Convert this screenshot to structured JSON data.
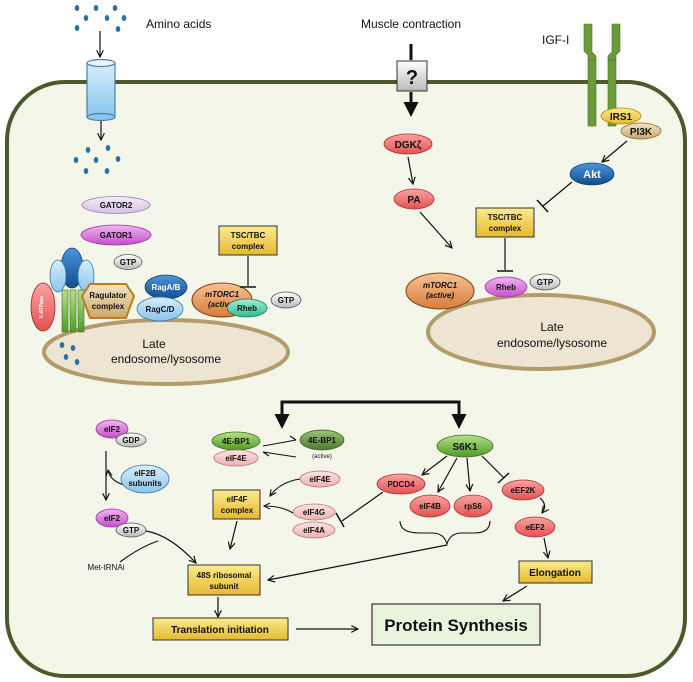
{
  "labels": {
    "amino_acids": "Amino acids",
    "muscle_contraction": "Muscle contraction",
    "igf1": "IGF-I",
    "unknown": "?",
    "irs1": "IRS1",
    "pi3k": "PI3K",
    "akt": "Akt",
    "dgk": "DGKζ",
    "pa": "PA",
    "tsc_left_1": "TSC/TBC",
    "tsc_left_2": "complex",
    "tsc_right_1": "TSC/TBC",
    "tsc_right_2": "complex",
    "gator2": "GATOR2",
    "gator1": "GATOR1",
    "gtp_raga": "GTP",
    "ragab": "RagA/B",
    "ragcd": "RagC/D",
    "ragulator_1": "Ragulator",
    "ragulator_2": "complex",
    "vatpase": "V-ATPase",
    "mtorc1_left_1": "mTORC1",
    "mtorc1_left_2": "(active)",
    "rheb_left": "Rheb",
    "gtp_left": "GTP",
    "mtorc1_right_1": "mTORC1",
    "mtorc1_right_2": "(active)",
    "rheb_right": "Rheb",
    "gtp_right": "GTP",
    "lysosome_left_1": "Late",
    "lysosome_left_2": "endosome/lysosome",
    "lysosome_right_1": "Late",
    "lysosome_right_2": "endosome/lysosome",
    "eif2_top": "eIF2",
    "gdp": "GDP",
    "eif2b_1": "eIF2B",
    "eif2b_2": "subunits",
    "eif2_bottom": "eIF2",
    "gtp_eif2": "GTP",
    "met_trna": "Met-tRNAi",
    "fourebp1": "4E-BP1",
    "eif4e_bound": "eIF4E",
    "fourebp1_active": "4E-BP1",
    "active_note": "(active)",
    "eif4e_free": "eIF4E",
    "eif4f_1": "eIF4F",
    "eif4f_2": "complex",
    "eif4g": "eIF4G",
    "eif4a": "eIF4A",
    "s6k1": "S6K1",
    "pdcd4": "PDCD4",
    "eif4b": "eIF4B",
    "rps6": "rpS6",
    "eef2k": "eEF2K",
    "eef2": "eEF2",
    "elongation": "Elongation",
    "ribosome_1": "48S ribosomal",
    "ribosome_2": "subunit",
    "translation_initiation": "Translation initiation",
    "protein_synthesis": "Protein Synthesis"
  },
  "colors": {
    "cell_fill": "#f3f6e9",
    "cell_border": "#4a5a2a",
    "lysosome_fill": "#ede5d2",
    "lysosome_border": "#b39c6c",
    "yellow_box": "#f4d64f",
    "red_node": "#ee6e6e",
    "pink_node": "#f2c2c2",
    "green_node": "#72bb43",
    "blue_node": "#1a66b0",
    "violet_node": "#d268d4",
    "receptor_green": "#6c9b3a",
    "transporter_blue": "#b8dcf4",
    "amino_acid_dot": "#2a6fa8"
  }
}
